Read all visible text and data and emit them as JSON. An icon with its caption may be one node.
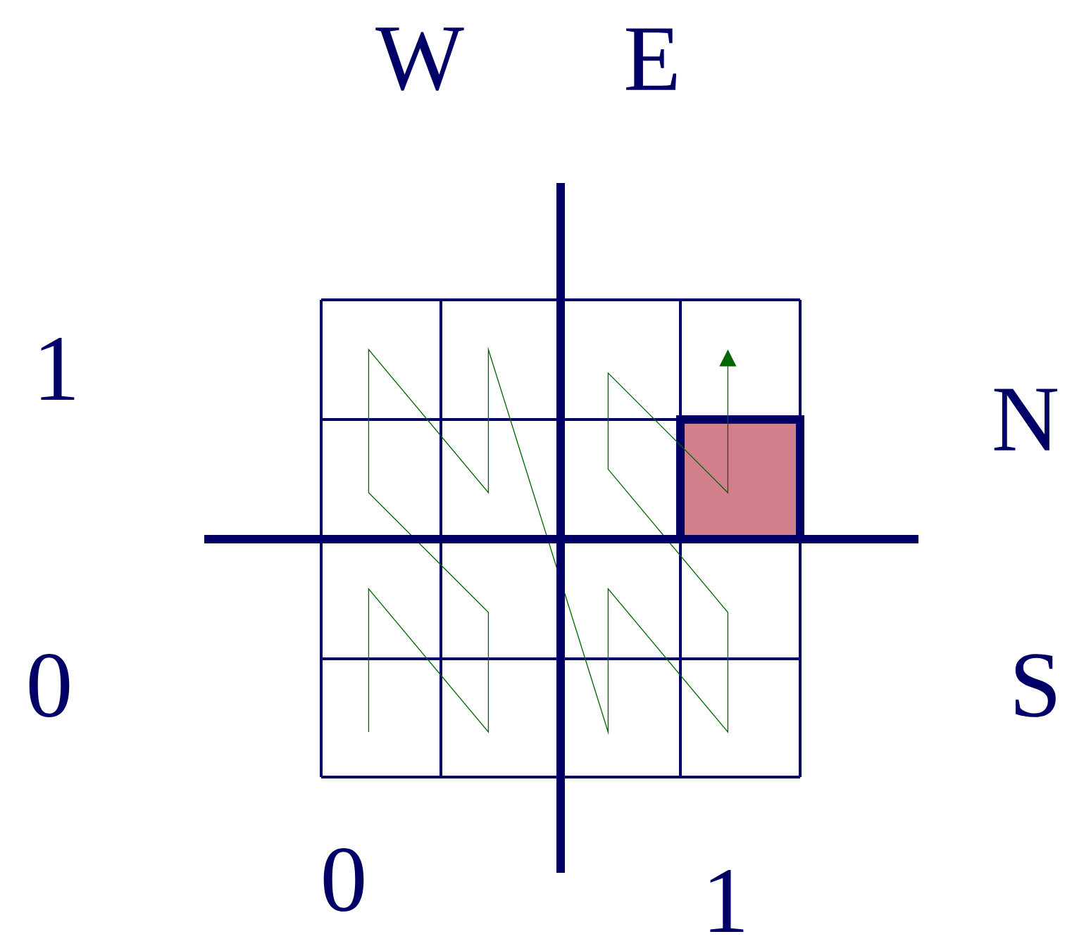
{
  "diagram": {
    "labels": [
      "W",
      "E",
      "1",
      "N",
      "0",
      "S",
      "0",
      "1"
    ]
  }
}
